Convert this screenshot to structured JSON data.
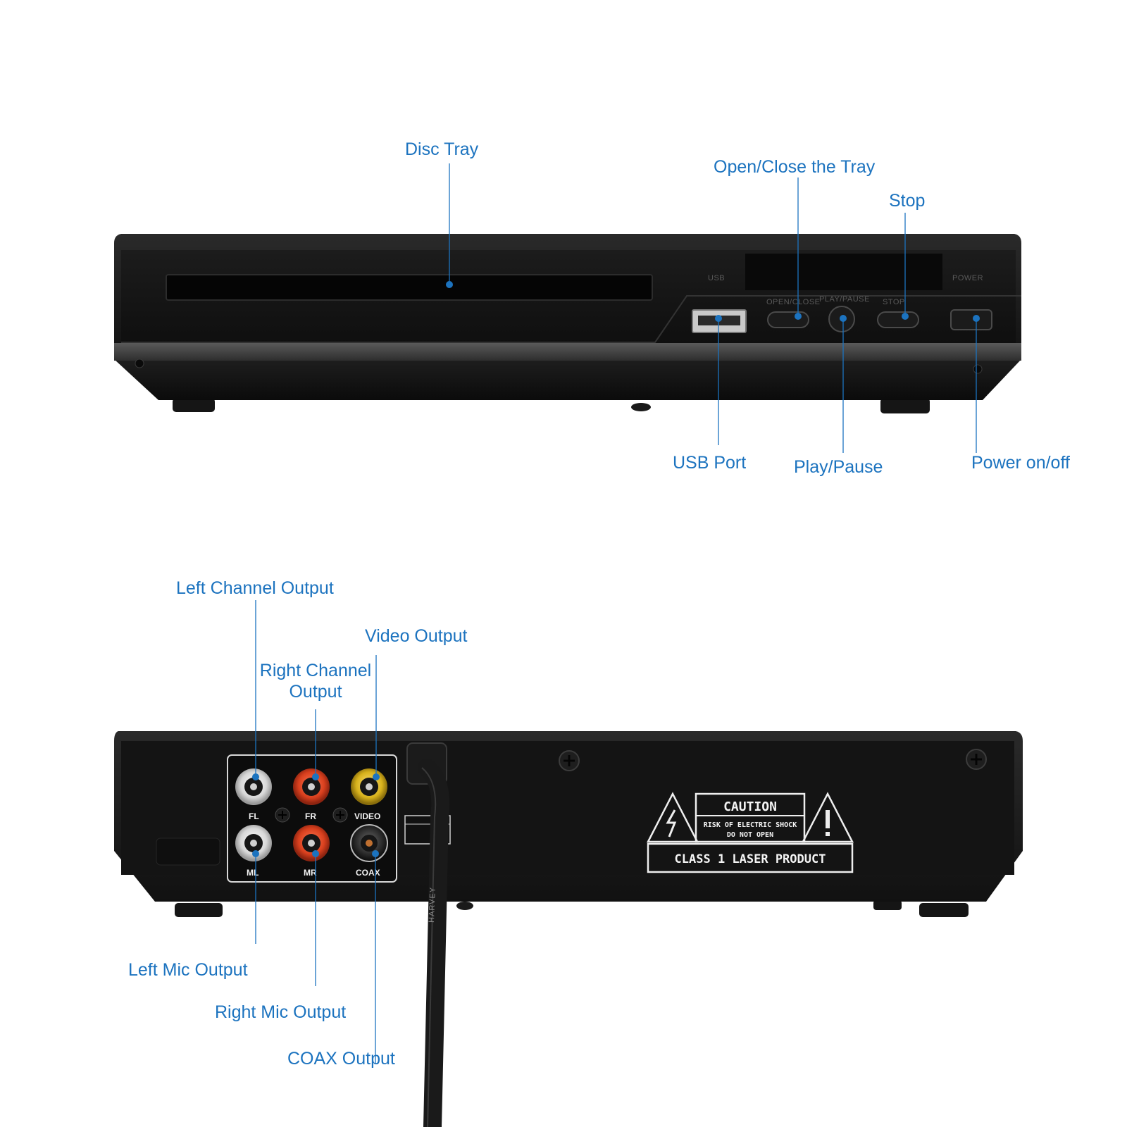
{
  "front_callouts": {
    "disc_tray": "Disc Tray",
    "open_close": "Open/Close the Tray",
    "stop": "Stop",
    "usb_port": "USB Port",
    "play_pause": "Play/Pause",
    "power": "Power on/off"
  },
  "front_panel": {
    "usb": "USB",
    "power": "POWER",
    "open_close": "OPEN/CLOSE",
    "play_pause": "PLAY/PAUSE",
    "stop": "STOP"
  },
  "rear_callouts": {
    "left_channel": "Left Channel Output",
    "video": "Video Output",
    "right_channel_line1": "Right Channel",
    "right_channel_line2": "Output",
    "left_mic": "Left Mic Output",
    "right_mic": "Right Mic Output",
    "coax": "COAX Output"
  },
  "rear_jacks": {
    "fl": "FL",
    "fr": "FR",
    "video": "VIDEO",
    "ml": "ML",
    "mr": "MR",
    "coax": "COAX"
  },
  "caution_label": {
    "title": "CAUTION",
    "line1": "RISK OF ELECTRIC SHOCK",
    "line2": "DO NOT OPEN",
    "class": "CLASS 1 LASER PRODUCT"
  },
  "cable_text": "HARVEY",
  "colors": {
    "callout": "#1c73bf",
    "body": "#141414",
    "jack_white": "#e8e8e8",
    "jack_red": "#d9401e",
    "jack_yellow": "#d8b21c"
  }
}
